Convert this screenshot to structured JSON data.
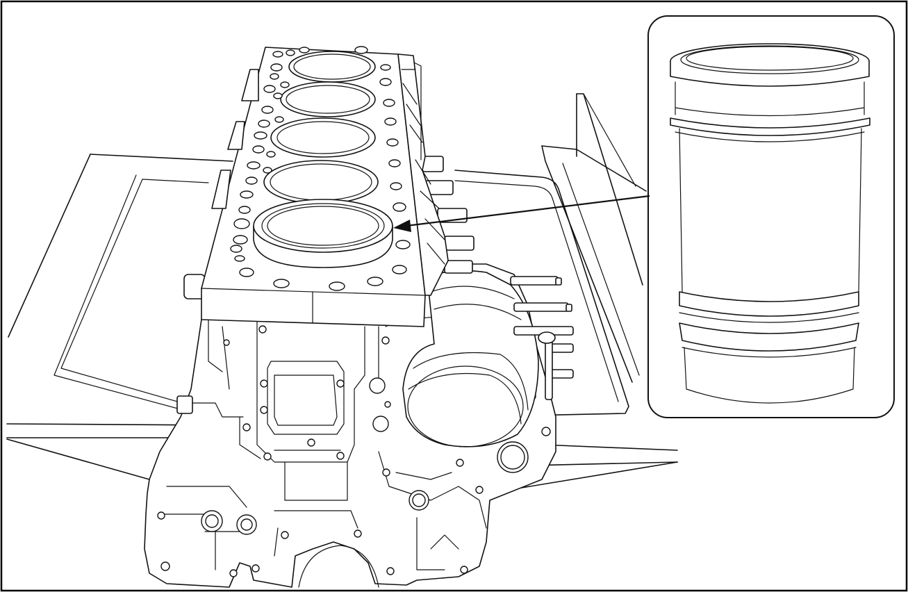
{
  "figure": {
    "frame_color": "#000000",
    "line_color": "#111111",
    "background": "#ffffff",
    "callout": {
      "subject": "cylinder-liner",
      "arrow_target": "cylinder-bore-5"
    },
    "bores_on_deck": 5,
    "liners_installed": 1
  }
}
